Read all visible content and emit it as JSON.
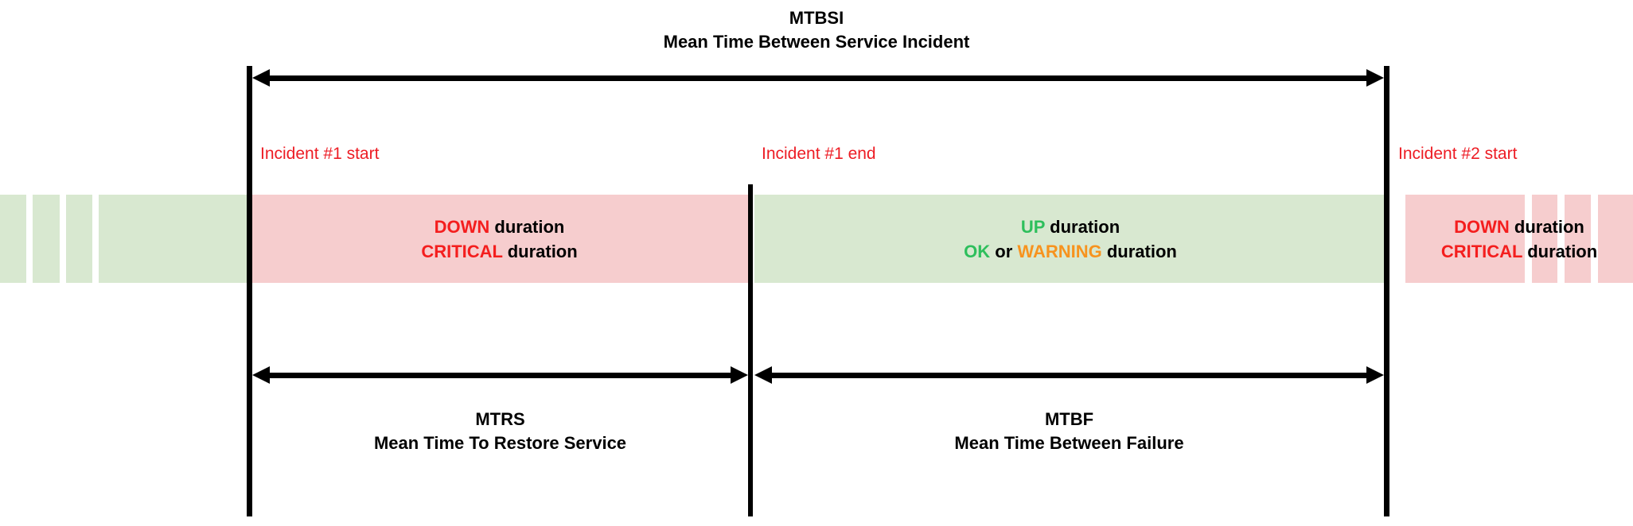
{
  "diagram": {
    "title_top": {
      "abbr": "MTBSI",
      "full": "Mean Time Between Service Incident"
    },
    "markers": [
      {
        "id": "incident-1-start",
        "label": "Incident #1 start"
      },
      {
        "id": "incident-1-end",
        "label": "Incident #1 end"
      },
      {
        "id": "incident-2-start",
        "label": "Incident #2 start"
      }
    ],
    "bands": {
      "down_left": {
        "line1_colored": "DOWN",
        "line1_rest": " duration",
        "line2_colored": "CRITICAL",
        "line2_rest": " duration"
      },
      "up_middle": {
        "line1_colored": "UP",
        "line1_rest": " duration",
        "line2_a": "OK",
        "line2_or": " or ",
        "line2_b": "WARNING",
        "line2_rest": " duration"
      },
      "down_right": {
        "line1_colored": "DOWN",
        "line1_rest": " duration",
        "line2_colored": "CRITICAL",
        "line2_rest": " duration"
      }
    },
    "captions_bottom": [
      {
        "id": "mtrs",
        "abbr": "MTRS",
        "full": "Mean Time To Restore Service"
      },
      {
        "id": "mtbf",
        "abbr": "MTBF",
        "full": "Mean Time Between Failure"
      }
    ],
    "colors": {
      "down_red": "#f41e1e",
      "up_green": "#2ebf5c",
      "warning_orange": "#f7931e",
      "marker_red": "#ed1c24",
      "band_green": "#d8e8d0",
      "band_pink": "#f6cdce",
      "line_black": "#000000"
    }
  }
}
